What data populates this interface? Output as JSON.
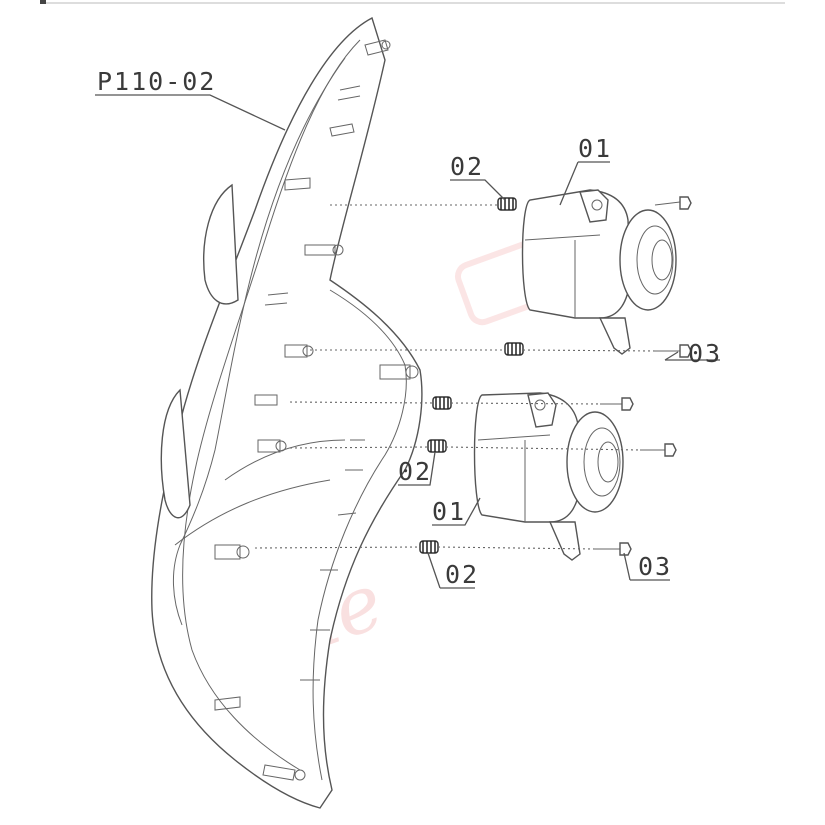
{
  "labels": {
    "housing": "P110-02",
    "part_01_upper": "01",
    "part_01_lower": "01",
    "part_02_upper": "02",
    "part_02_middle": "02",
    "part_02_lower": "02",
    "part_03_upper": "03",
    "part_03_lower": "03"
  },
  "colors": {
    "line": "#555555",
    "text": "#3a3a3a",
    "watermark": "#e04848"
  }
}
